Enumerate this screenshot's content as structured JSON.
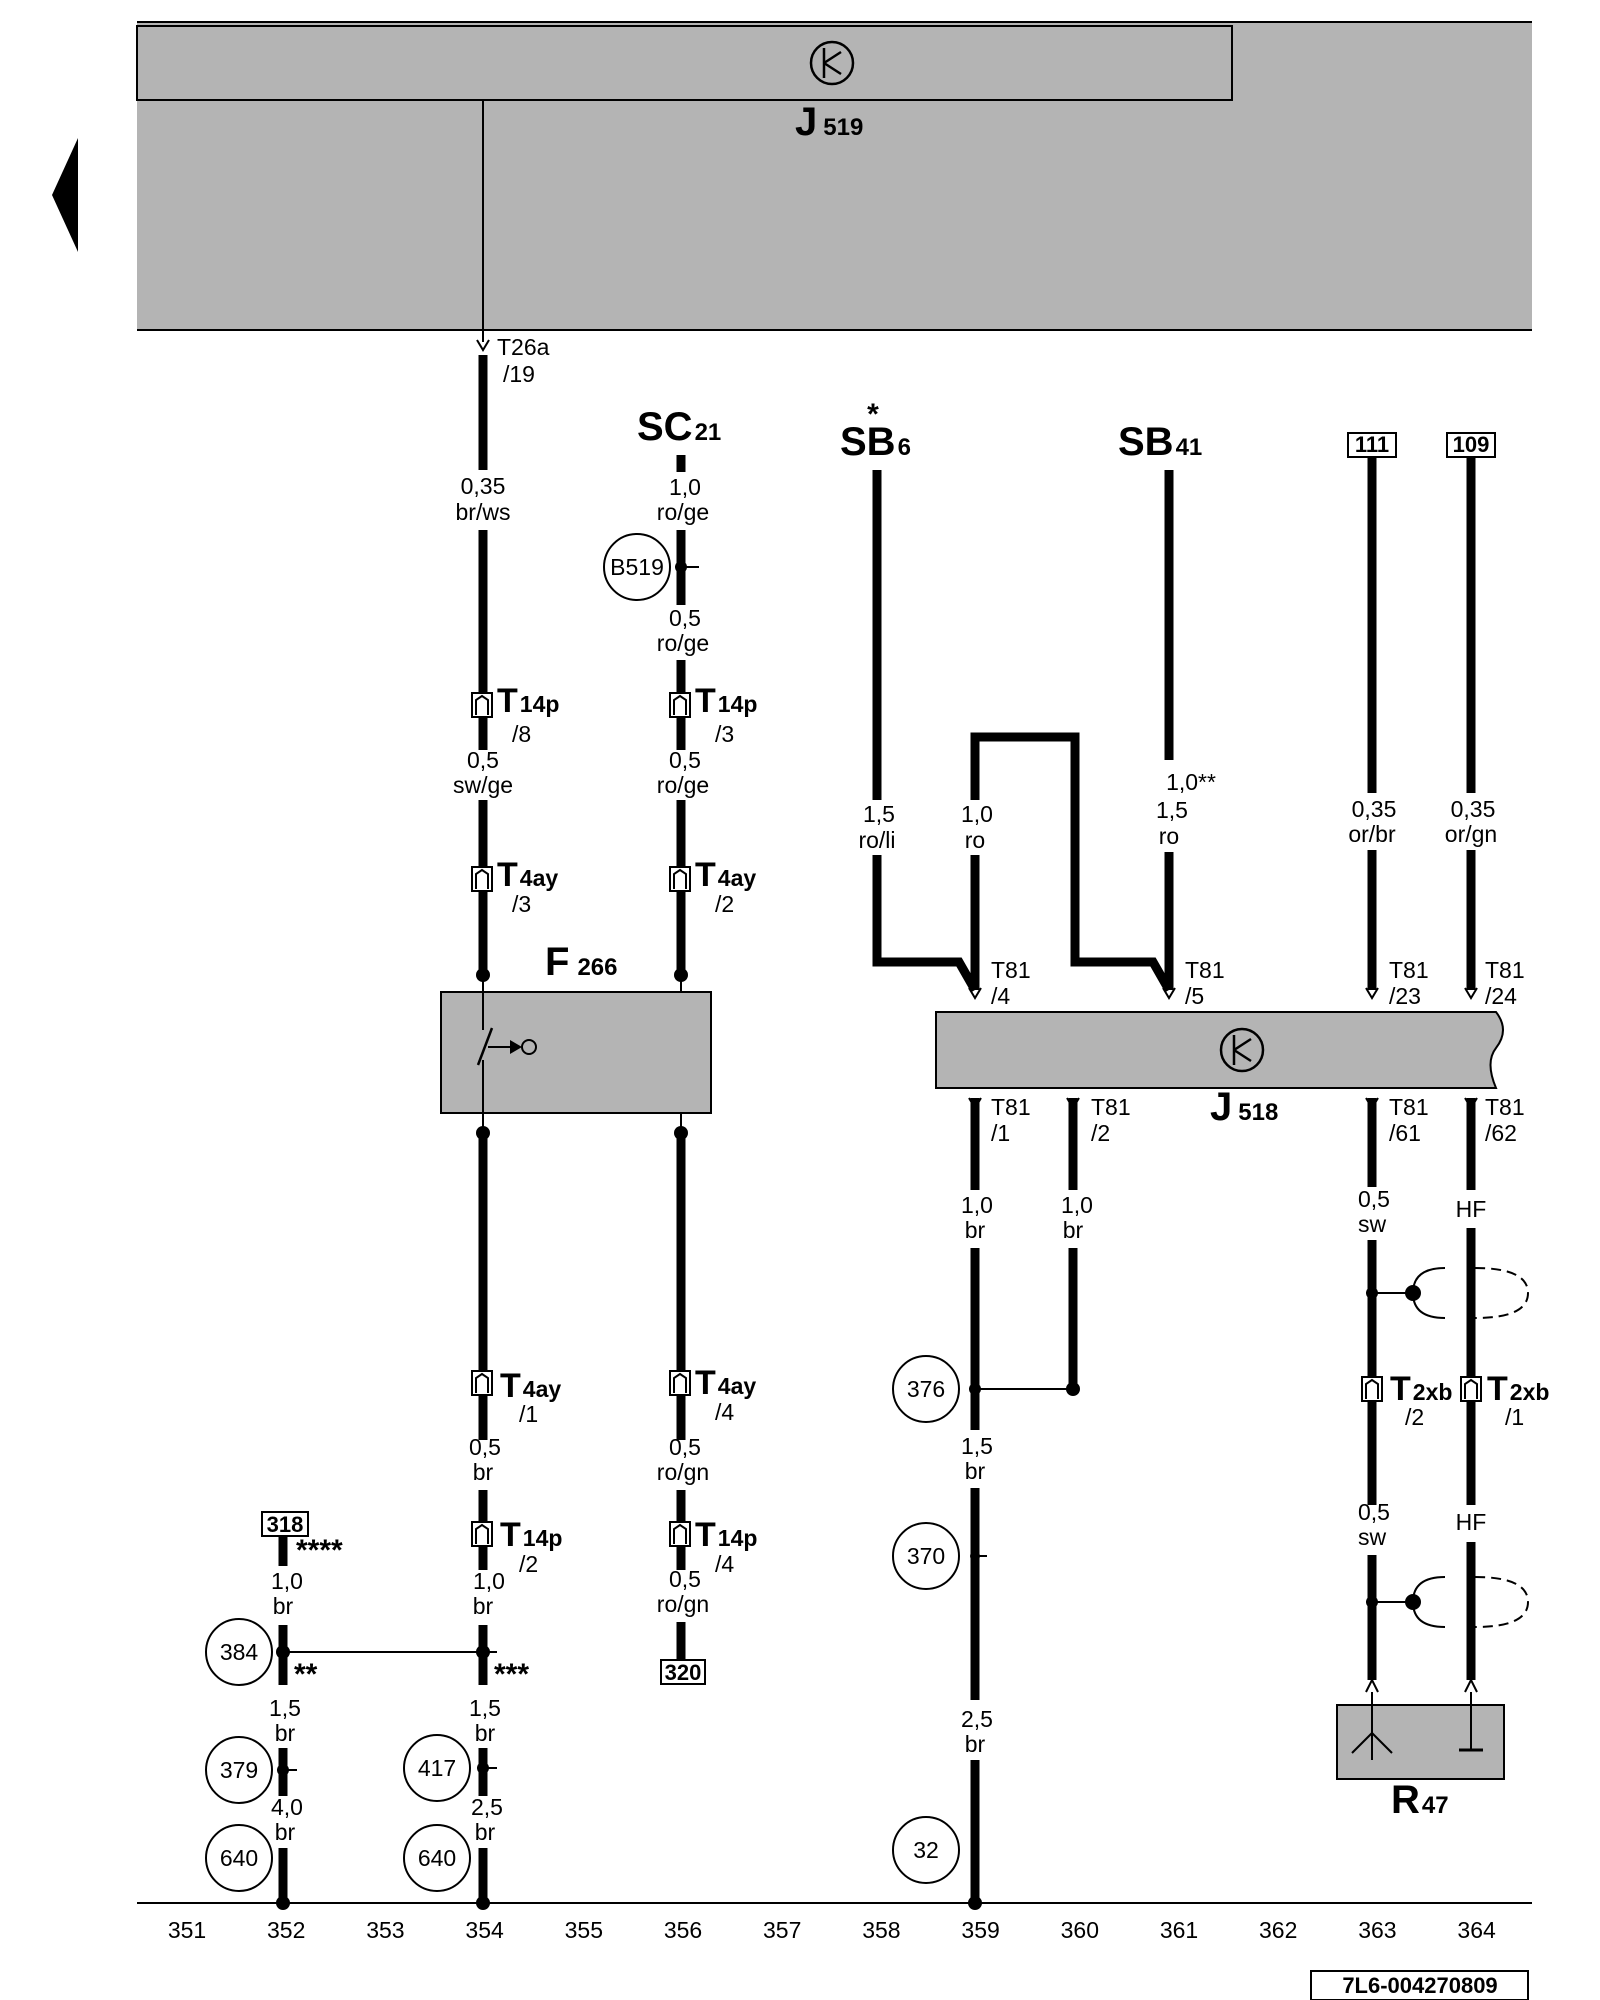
{
  "components": {
    "j519": {
      "main": "J",
      "sub": "519"
    },
    "j518": {
      "main": "J",
      "sub": "518"
    },
    "f266": {
      "main": "F",
      "sub": "266"
    },
    "r47": {
      "main": "R",
      "sub": "47"
    }
  },
  "fuses": {
    "sc21": {
      "main": "SC",
      "sub": "21"
    },
    "sb6": {
      "main": "SB",
      "sub": "6",
      "mark": "*"
    },
    "sb41": {
      "main": "SB",
      "sub": "41"
    }
  },
  "refs": {
    "r111": "111",
    "r109": "109",
    "r318": "318",
    "r320": "320"
  },
  "connectors": {
    "t26a": [
      "T26a",
      "/19"
    ],
    "t14p8": {
      "main": "T",
      "sub": "14p",
      "pin": "/8"
    },
    "t14p3": {
      "main": "T",
      "sub": "14p",
      "pin": "/3"
    },
    "t4ay3": {
      "main": "T",
      "sub": "4ay",
      "pin": "/3"
    },
    "t4ay2": {
      "main": "T",
      "sub": "4ay",
      "pin": "/2"
    },
    "t4ay1": {
      "main": "T",
      "sub": "4ay",
      "pin": "/1"
    },
    "t4ay4": {
      "main": "T",
      "sub": "4ay",
      "pin": "/4"
    },
    "t14p2": {
      "main": "T",
      "sub": "14p",
      "pin": "/2"
    },
    "t14p4": {
      "main": "T",
      "sub": "14p",
      "pin": "/4"
    },
    "t2xb2": {
      "main": "T",
      "sub": "2xb",
      "pin": "/2"
    },
    "t2xb1": {
      "main": "T",
      "sub": "2xb",
      "pin": "/1"
    },
    "t81_4": [
      "T81",
      "/4"
    ],
    "t81_5": [
      "T81",
      "/5"
    ],
    "t81_23": [
      "T81",
      "/23"
    ],
    "t81_24": [
      "T81",
      "/24"
    ],
    "t81_1": [
      "T81",
      "/1"
    ],
    "t81_2": [
      "T81",
      "/2"
    ],
    "t81_61": [
      "T81",
      "/61"
    ],
    "t81_62": [
      "T81",
      "/62"
    ]
  },
  "wires": {
    "w1": [
      "0,35",
      "br/ws"
    ],
    "w2": [
      "0,5",
      "sw/ge"
    ],
    "w3": [
      "1,0",
      "ro/ge"
    ],
    "w4": [
      "0,5",
      "ro/ge"
    ],
    "w5": [
      "0,5",
      "ro/ge"
    ],
    "w6": [
      "1,5",
      "ro/li"
    ],
    "w7": [
      "1,0",
      "ro"
    ],
    "w8": [
      "1,0**",
      "1,5",
      "ro"
    ],
    "w9": [
      "0,35",
      "or/br"
    ],
    "w10": [
      "0,35",
      "or/gn"
    ],
    "w11": [
      "1,0",
      "br"
    ],
    "w12": [
      "1,0",
      "br"
    ],
    "w13": [
      "0,5",
      "sw"
    ],
    "w14": "HF",
    "w15": [
      "1,5",
      "br"
    ],
    "w16": [
      "2,5",
      "br"
    ],
    "w17": [
      "0,5",
      "sw"
    ],
    "w18": "HF",
    "w19": [
      "0,5",
      "br"
    ],
    "w20": [
      "1,0",
      "br"
    ],
    "w21": [
      "1,5",
      "br"
    ],
    "w22": [
      "2,5",
      "br"
    ],
    "w23": [
      "0,5",
      "ro/gn"
    ],
    "w24": [
      "0,5",
      "ro/gn"
    ],
    "w25": [
      "1,0",
      "br"
    ],
    "w26": [
      "1,5",
      "br"
    ],
    "w27": [
      "4,0",
      "br"
    ]
  },
  "stars": {
    "s4": "****",
    "s2": "**",
    "s3": "***"
  },
  "circles": {
    "b519": "B519",
    "c376": "376",
    "c370": "370",
    "c32": "32",
    "c384": "384",
    "c379": "379",
    "c640a": "640",
    "c417": "417",
    "c640b": "640"
  },
  "columns": [
    "351",
    "352",
    "353",
    "354",
    "355",
    "356",
    "357",
    "358",
    "359",
    "360",
    "361",
    "362",
    "363",
    "364"
  ],
  "footer": {
    "code": "7L6-004270809"
  },
  "icons": {
    "back": "triangle-left-icon",
    "module": "control-unit-icon",
    "switch": "switch-icon",
    "antenna": "antenna-icon",
    "ground": "ground-icon"
  }
}
